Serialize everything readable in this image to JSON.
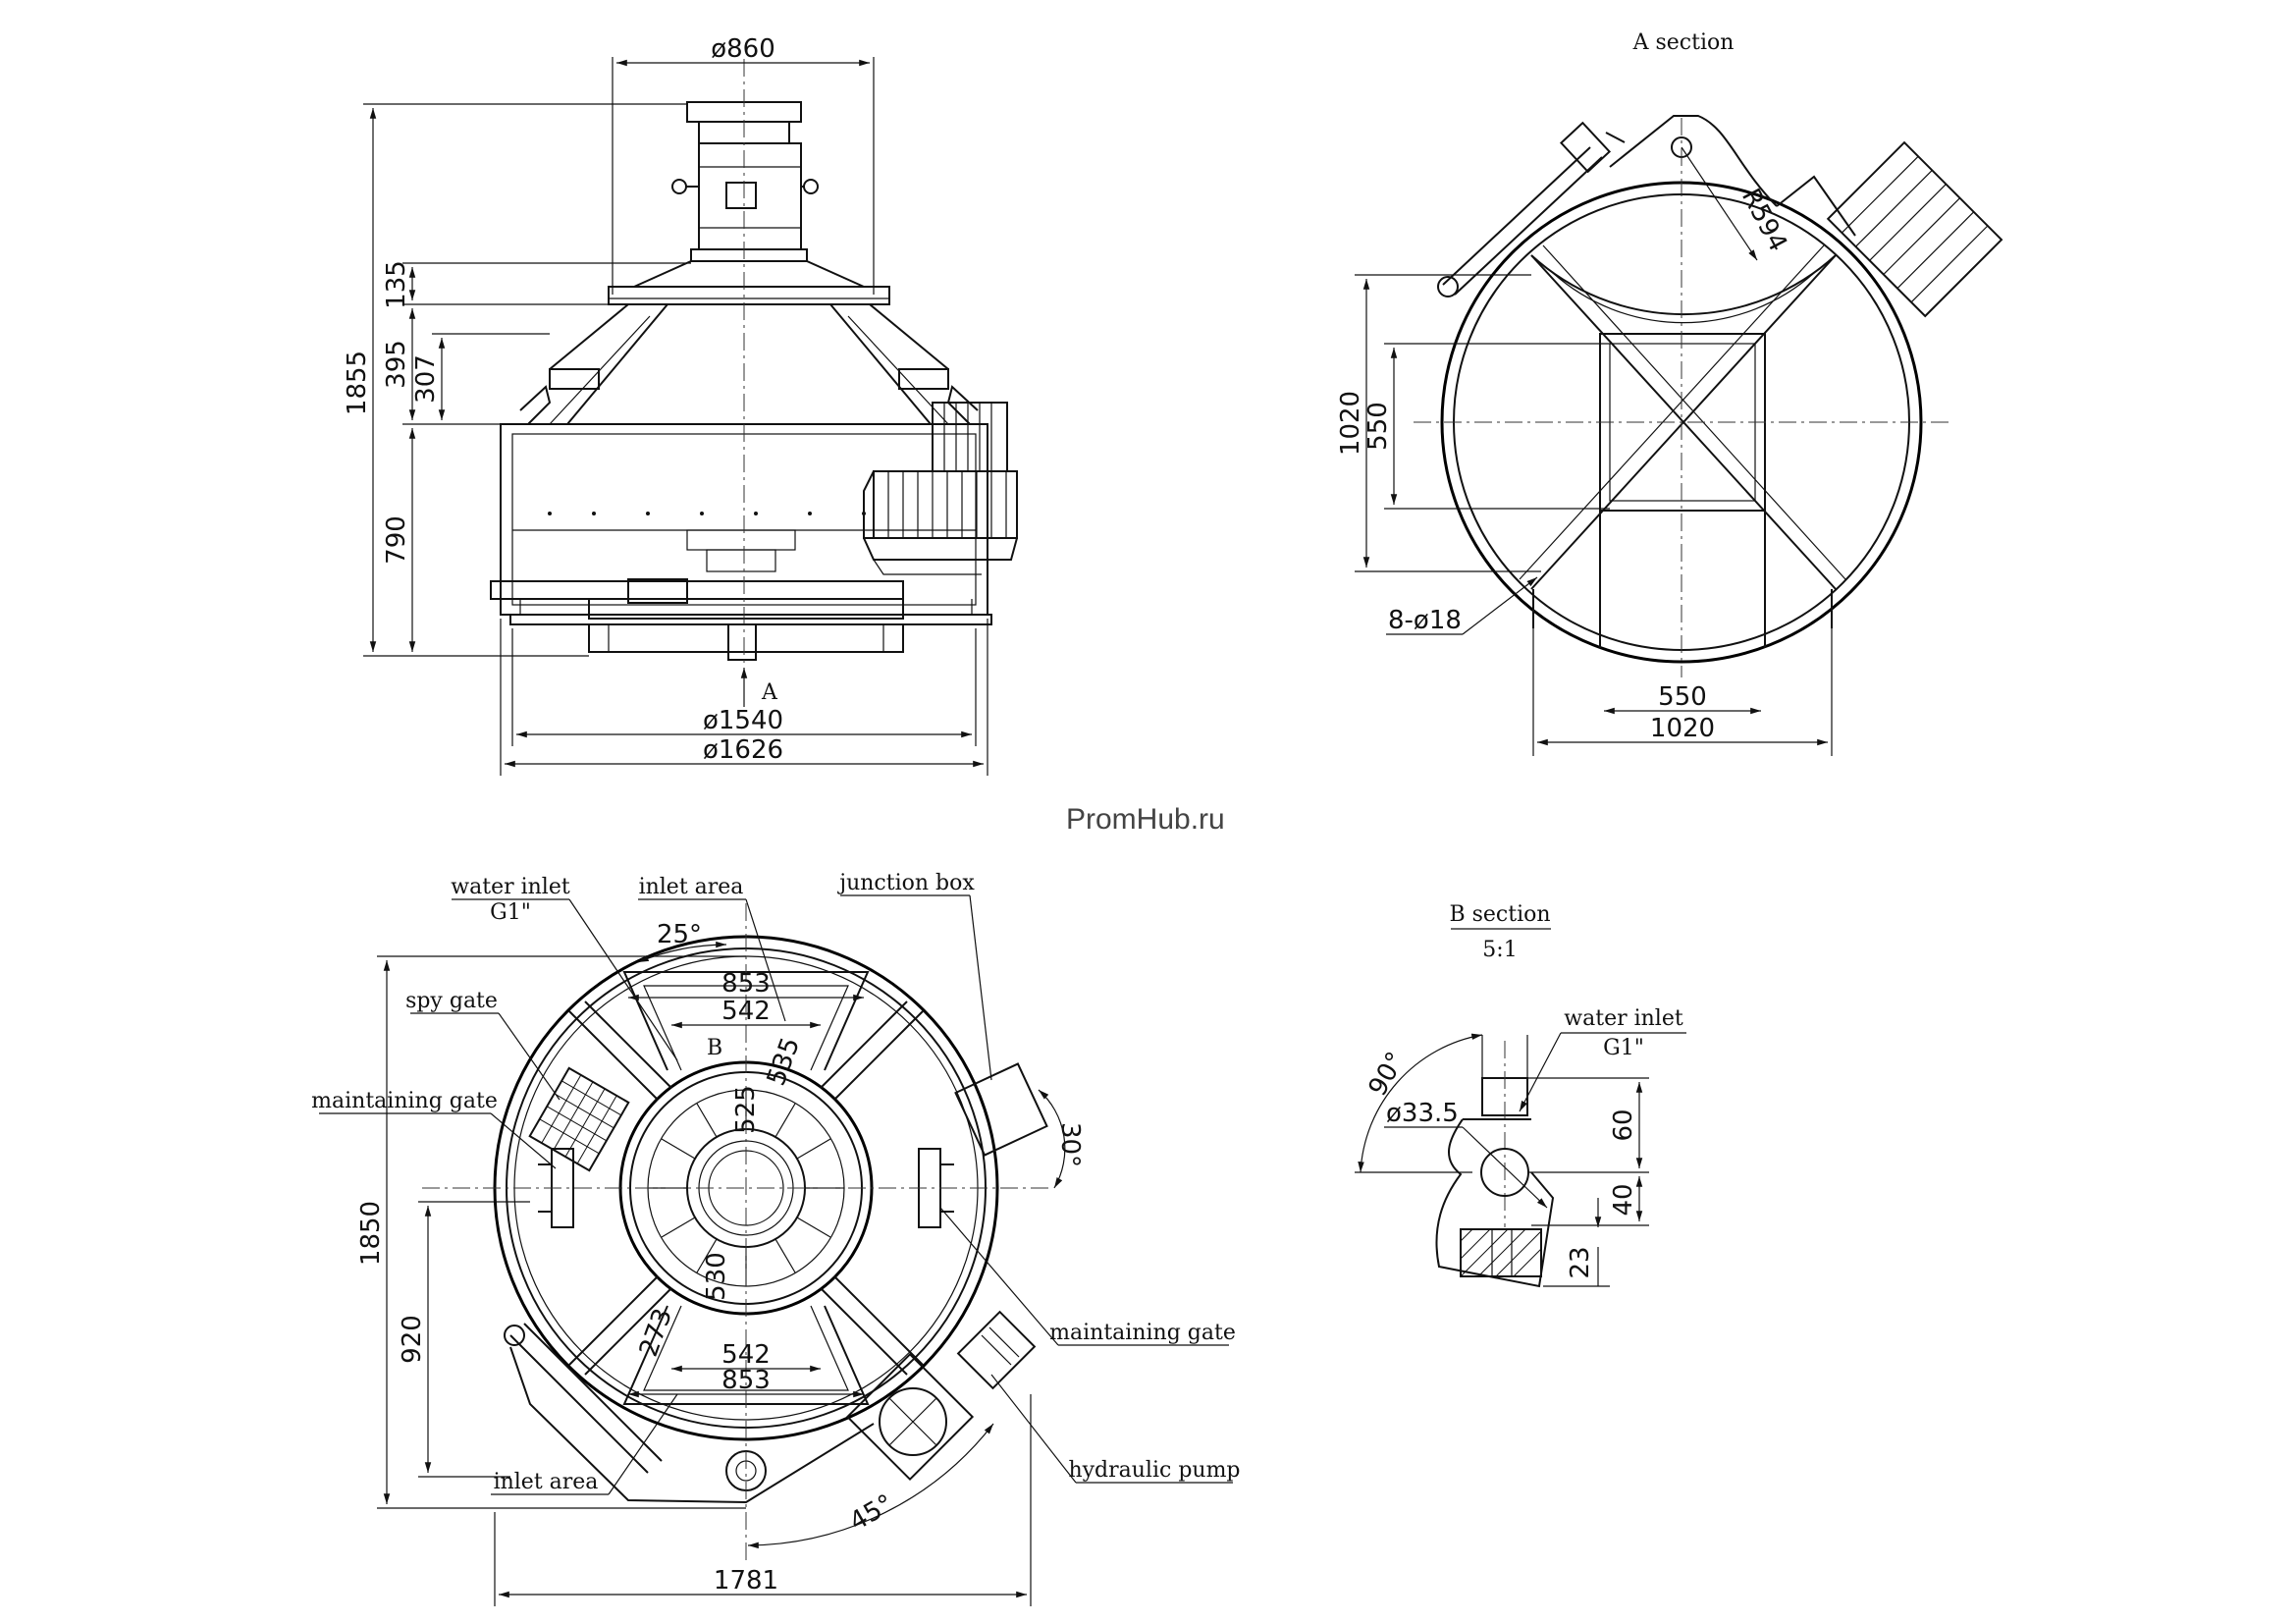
{
  "watermark": "PromHub.ru",
  "front_view": {
    "dim_top_diameter": "ø860",
    "dim_height_total": "1855",
    "dim_135": "135",
    "dim_395": "395",
    "dim_307": "307",
    "dim_790": "790",
    "section_marker": "A",
    "dim_diameter_1540": "ø1540",
    "dim_diameter_1626": "ø1626"
  },
  "section_a": {
    "title": "A section",
    "dim_radius": "R594",
    "dim_height_1020": "1020",
    "dim_height_550": "550",
    "dim_holes": "8-ø18",
    "dim_width_550": "550",
    "dim_width_1020": "1020"
  },
  "plan_view": {
    "label_water_inlet": "water inlet",
    "label_water_inlet_thread": "G1\"",
    "label_inlet_area_top": "inlet area",
    "label_junction_box": "junction box",
    "label_spy_gate": "spy gate",
    "label_maintaining_gate_left": "maintaining gate",
    "label_maintaining_gate_right": "maintaining gate",
    "label_hydraulic_pump": "hydraulic pump",
    "label_inlet_area_bottom": "inlet area",
    "angle_25": "25°",
    "dim_853_top": "853",
    "dim_542_top": "542",
    "marker_b": "B",
    "dim_535": "535",
    "dim_525": "525",
    "dim_30": "30°",
    "dim_height_1850": "1850",
    "dim_920": "920",
    "dim_530": "530",
    "dim_273": "273",
    "dim_542_bottom": "542",
    "dim_853_bottom": "853",
    "angle_45": "45°",
    "dim_width_1781": "1781"
  },
  "section_b": {
    "title": "B section",
    "scale": "5:1",
    "label_water_inlet": "water inlet",
    "label_thread": "G1\"",
    "angle_90": "90°",
    "dim_diameter_33_5": "ø33.5",
    "dim_60": "60",
    "dim_40": "40",
    "dim_23": "23"
  }
}
